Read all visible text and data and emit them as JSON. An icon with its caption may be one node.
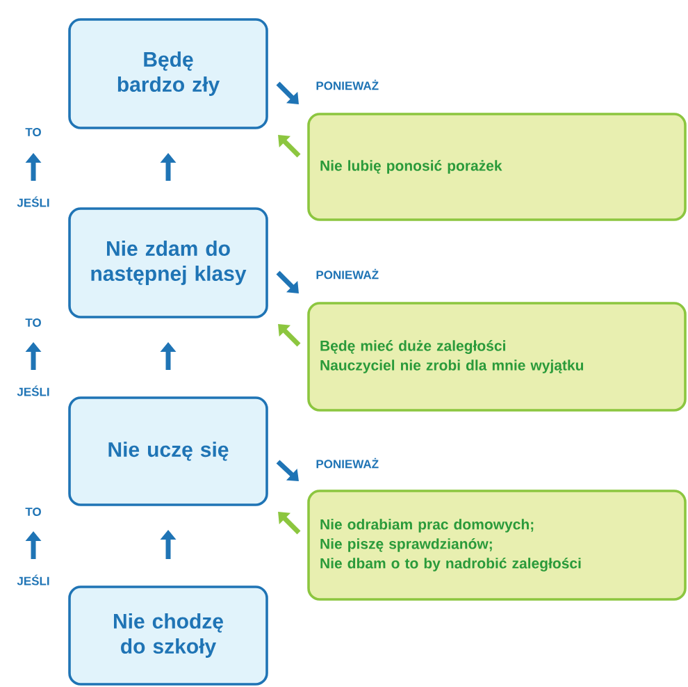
{
  "diagram": {
    "nodes": [
      {
        "text": [
          "Będę bardzo zły"
        ]
      },
      {
        "text": [
          "Nie lubię ponosić porażek"
        ]
      },
      {
        "text": [
          "Nie zdam do następnej klasy"
        ]
      },
      {
        "text": [
          "Będę mieć duże zaległości",
          "Nauczyciel nie zrobi dla mnie wyjątku"
        ]
      },
      {
        "text": [
          "Nie uczę się"
        ]
      },
      {
        "text": [
          "Nie odrabiam prac domowych;",
          "Nie piszę sprawdzianów;",
          "Nie dbam o to by nadrobić zaległości"
        ]
      },
      {
        "text": [
          "Nie chodzę do szkoły"
        ]
      }
    ],
    "edges": [
      {
        "from": 2,
        "to": 0,
        "arrow": "to"
      },
      {
        "from": 0,
        "to": 1,
        "arrow": "to",
        "label": "PONIEWAŻ"
      },
      {
        "from": 1,
        "to": 0,
        "arrow": "to",
        "color": "#8cc63f"
      },
      {
        "from": 4,
        "to": 2,
        "arrow": "to"
      },
      {
        "from": 2,
        "to": 3,
        "arrow": "to",
        "label": "PONIEWAŻ"
      },
      {
        "from": 3,
        "to": 2,
        "arrow": "to",
        "color": "#8cc63f"
      },
      {
        "from": 6,
        "to": 4,
        "arrow": "to"
      },
      {
        "from": 4,
        "to": 5,
        "arrow": "to",
        "label": "PONIEWAŻ"
      },
      {
        "from": 5,
        "to": 4,
        "arrow": "to",
        "color": "#8cc63f"
      }
    ],
    "labels": [
      "TO",
      "JEŚLI",
      "TO",
      "JEŚLI",
      "TO",
      "JEŚLI"
    ]
  }
}
